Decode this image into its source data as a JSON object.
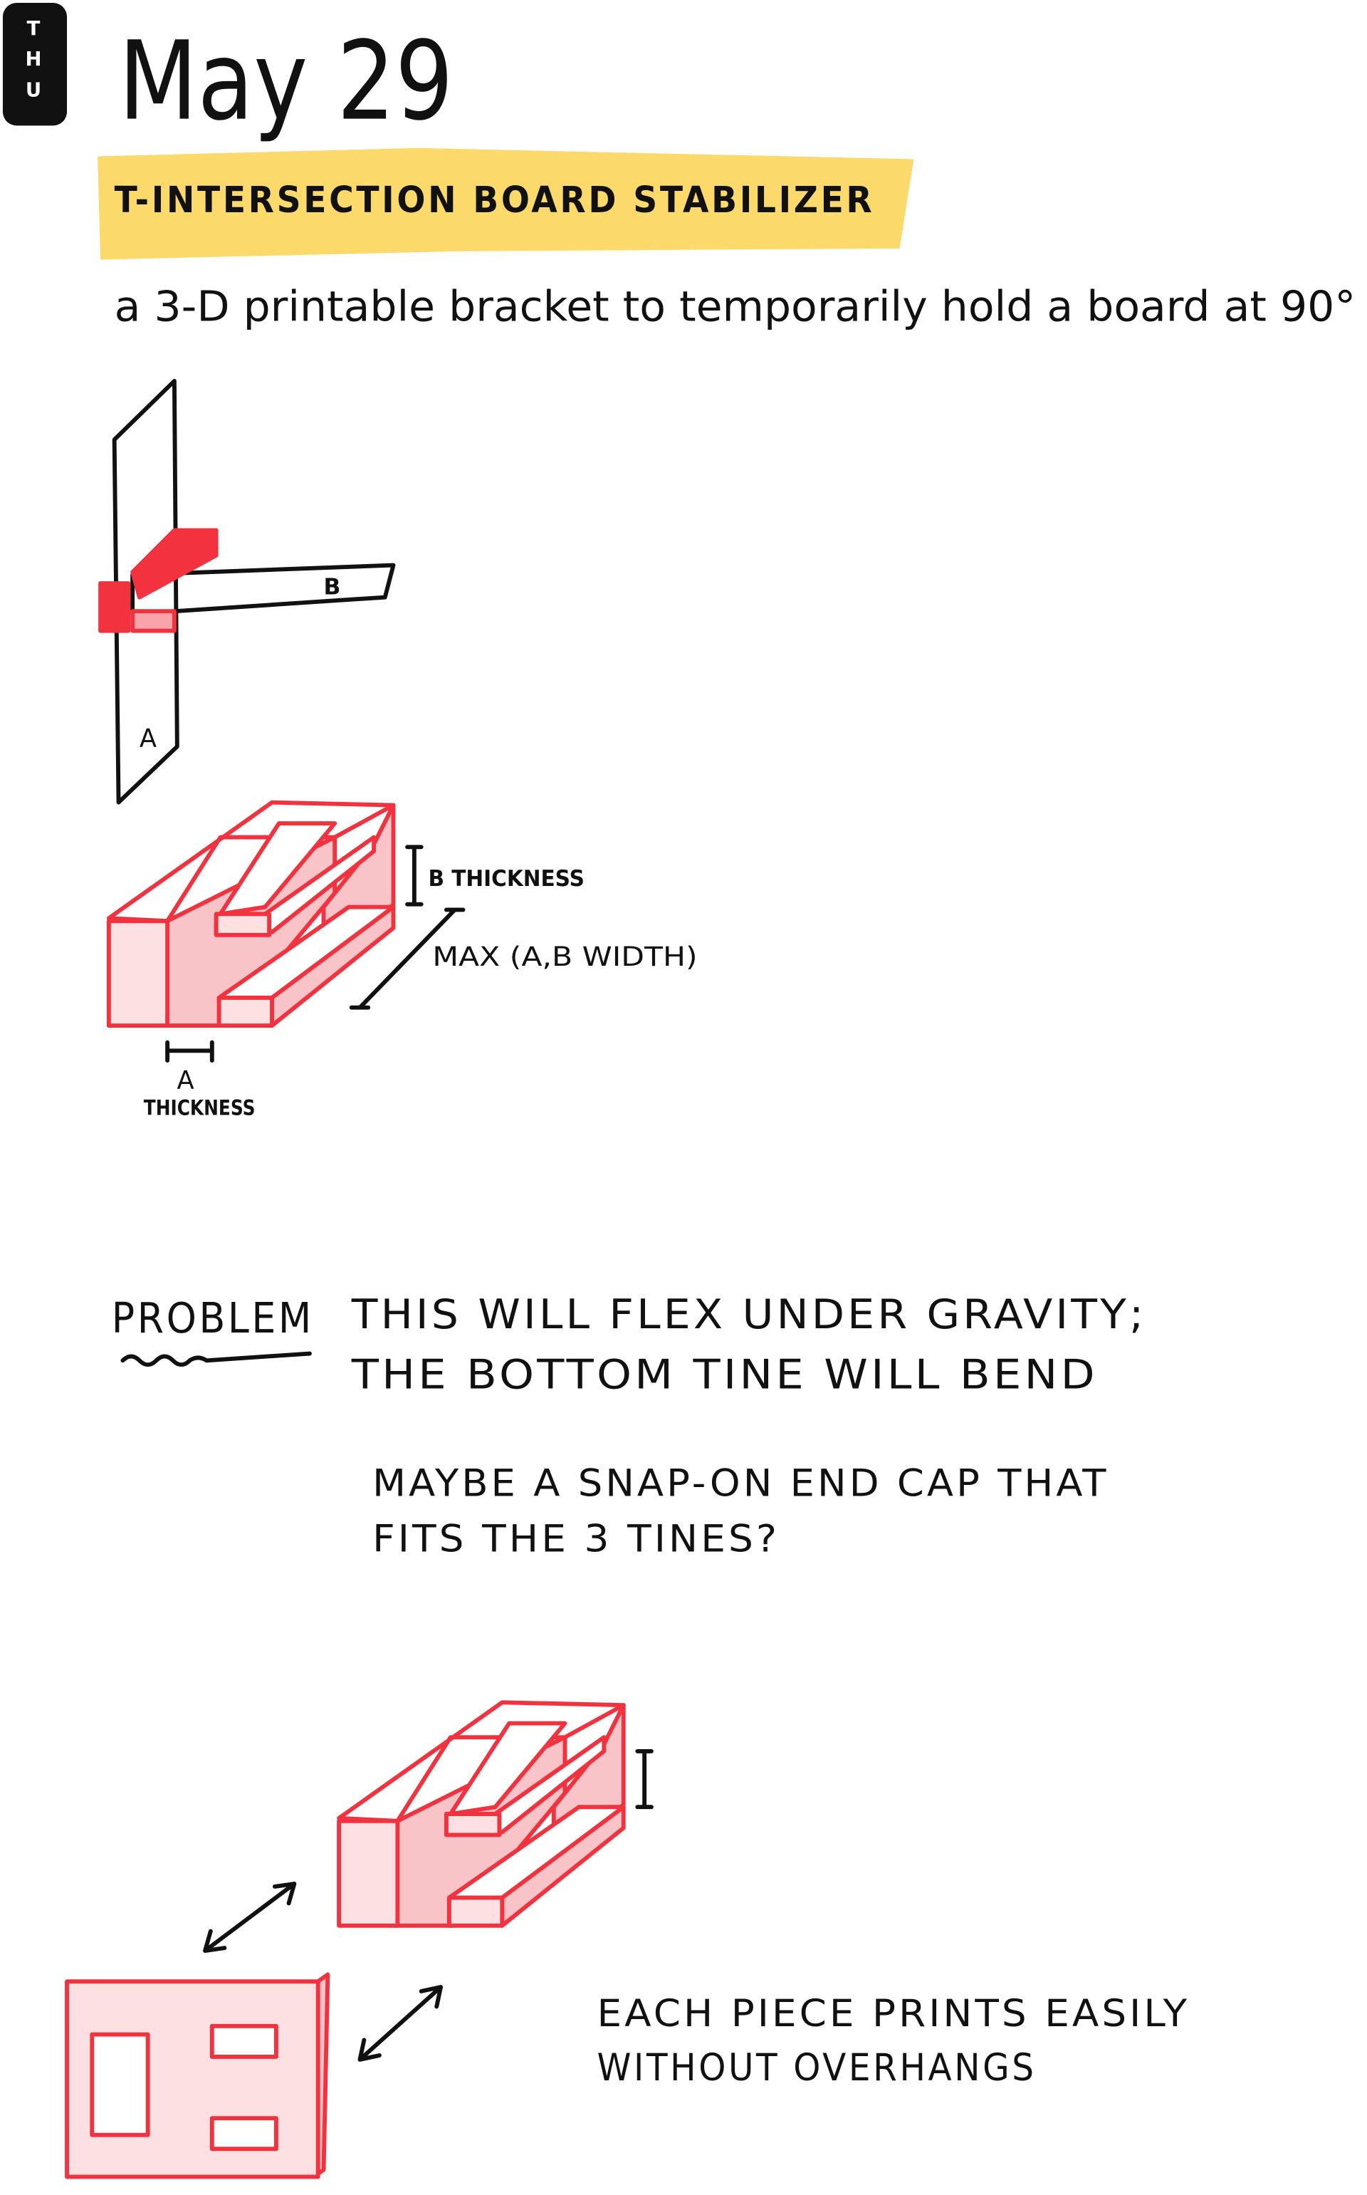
{
  "header": {
    "weekday_letters": [
      "T",
      "H",
      "U"
    ],
    "date": "May 29"
  },
  "title": "T-INTERSECTION BOARD STABILIZER",
  "subtitle": "a 3-D printable bracket to temporarily hold a board at 90°",
  "sketch1": {
    "board_a_label": "A",
    "board_b_label": "B"
  },
  "sketch2": {
    "b_thickness": "B THICKNESS",
    "max_width": "MAX (A,B WIDTH)",
    "a_label": "A",
    "a_thickness": "THICKNESS"
  },
  "problem": {
    "label": "PROBLEM",
    "lines": [
      "THIS WILL FLEX UNDER GRAVITY;",
      "THE BOTTOM TINE WILL BEND"
    ]
  },
  "idea": {
    "lines": [
      "MAYBE A SNAP-ON END CAP THAT",
      "FITS THE 3 TINES?"
    ]
  },
  "conclusion": {
    "lines": [
      "EACH PIECE PRINTS EASILY",
      "WITHOUT OVERHANGS"
    ]
  },
  "colors": {
    "highlight": "#FBD96A",
    "bracket": "#F2323F",
    "bracket_fill": "#FDE0E2",
    "bracket_shade": "#F9C4C8",
    "badge": "#111111"
  }
}
